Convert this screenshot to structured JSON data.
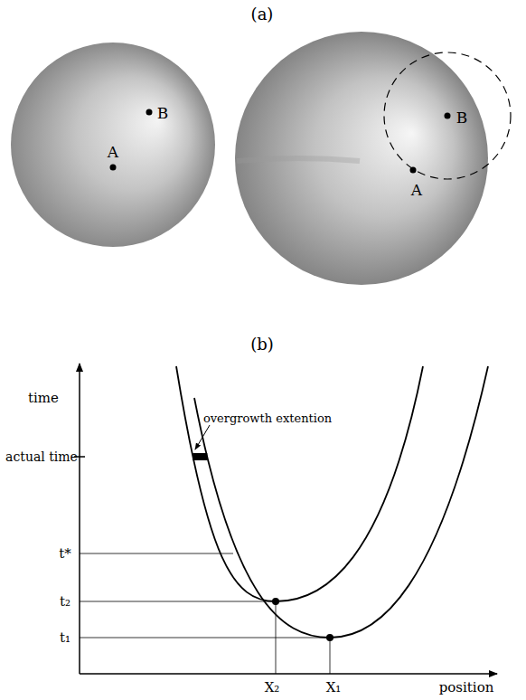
{
  "diagram": {
    "labels": [
      "(a)",
      "A",
      "B",
      "A",
      "B",
      "(b)",
      "time",
      "overgrowth extention",
      "actual time",
      "t*",
      "t₂",
      "t₁",
      "X₂",
      "X₁",
      "position"
    ]
  }
}
